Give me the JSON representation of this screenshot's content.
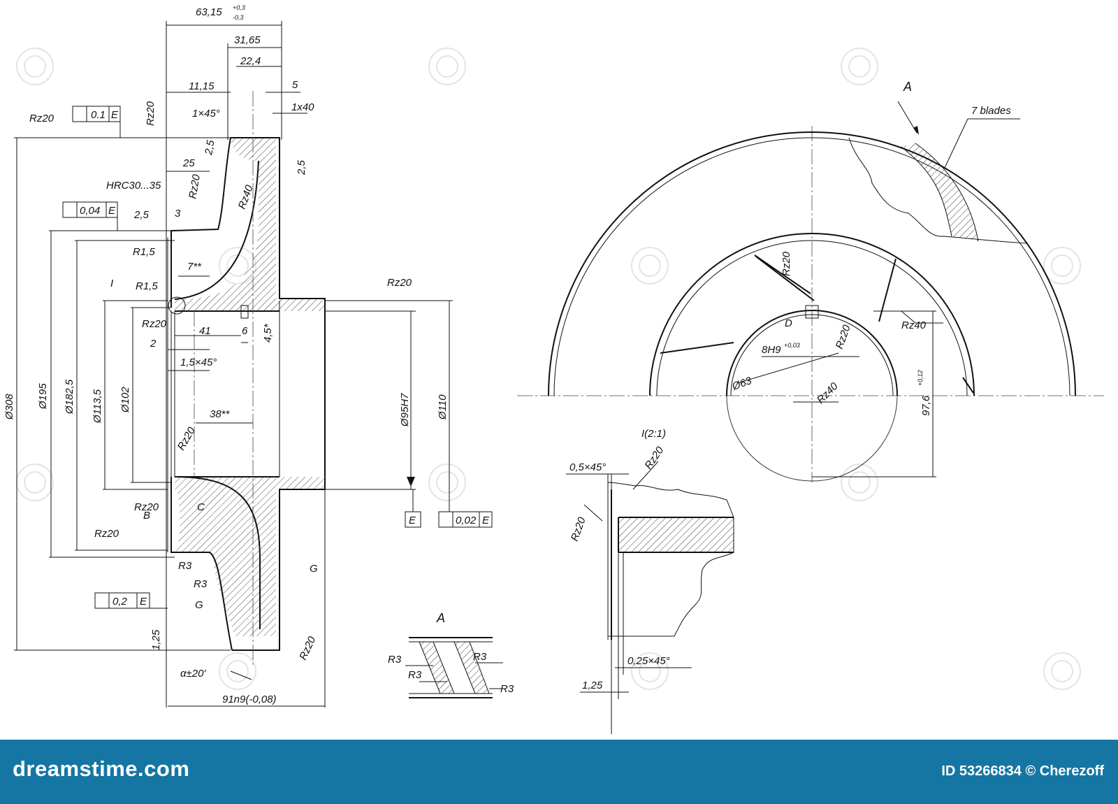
{
  "drawing": {
    "overall_width": "63,15",
    "overall_width_tol_upper": "+0,3",
    "overall_width_tol_lower": "-0,3",
    "dim_31_65": "31,65",
    "dim_22_4": "22,4",
    "dim_11_15": "11,15",
    "dim_5": "5",
    "dim_1x45": "1×45°",
    "dim_1x40": "1x40",
    "dim_25": "25",
    "dim_2_5_a": "2,5",
    "dim_2_5_b": "2,5",
    "dim_2_5_c": "2,5",
    "dim_3": "3",
    "hardness": "HRC30...35",
    "dim_7": "7**",
    "dim_41": "41",
    "dim_6": "6",
    "dim_4_5": "4,5*",
    "dim_2": "2",
    "dim_1_5x45": "1,5×45°",
    "dim_38": "38**",
    "dia_308": "Ø308",
    "dia_195": "Ø195",
    "dia_182_5": "Ø182,5",
    "dia_113_5": "Ø113,5",
    "dia_102": "Ø102",
    "dia_95h7": "Ø95H7",
    "dia_110": "Ø110",
    "r1_5_a": "R1,5",
    "r1_5_b": "R1,5",
    "r3_a": "R3",
    "r3_b": "R3",
    "alpha": "α±20'",
    "hub_width": "91n9(-0,08)",
    "label_i": "I",
    "label_b": "B",
    "label_c": "C",
    "label_g_a": "G",
    "label_g_b": "G",
    "dim_1_25_left": "1,25",
    "tol_perp_value": "0.1",
    "tol_perp_datum": "E",
    "tol_runout1_value": "0,04",
    "tol_runout1_datum": "E",
    "tol_runout2_value": "0,02",
    "tol_runout2_datum": "E",
    "tol_runout3_value": "0,2",
    "tol_runout3_datum": "E",
    "datum_e": "E",
    "rz20": "Rz20",
    "rz40": "Rz40",
    "view_a_label": "A",
    "blades": "7 blades",
    "key_label": "D",
    "keyway": "8H9",
    "keyway_tol": "+0,03",
    "dia_63": "Ø63",
    "dim_97_6": "97,6",
    "dim_97_6_tol": "+0,12",
    "section_a_label": "A",
    "section_r3": "R3",
    "detail_label": "I(2:1)",
    "detail_chamfer_top": "0,5×45°",
    "detail_chamfer_bottom": "0,25×45°",
    "detail_dim_1_25": "1,25"
  },
  "footer": {
    "logo": "dreamstime.com",
    "image_id": "ID 53266834 © Cherezoff",
    "background_color": "#1576a4",
    "text_color": "#ffffff"
  }
}
